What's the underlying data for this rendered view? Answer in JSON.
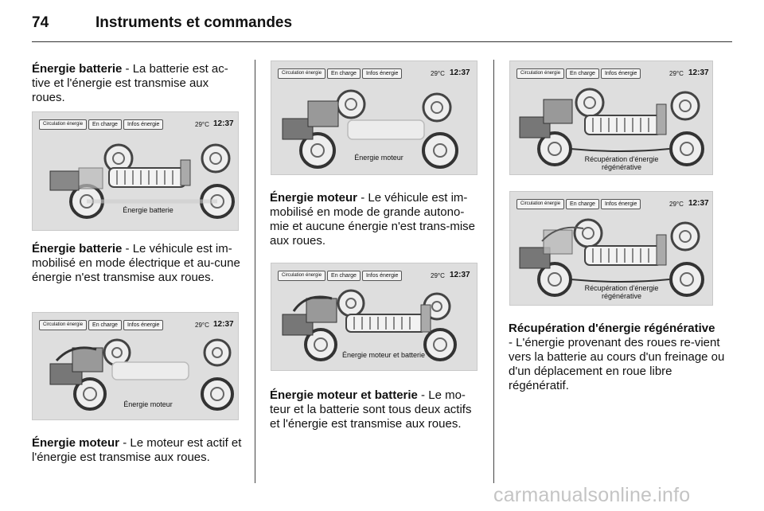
{
  "header": {
    "page_number": "74",
    "title": "Instruments et commandes"
  },
  "screen": {
    "tab_energy_flow": "Circulation énergie",
    "tab_charging": "En charge",
    "tab_energy_info": "Infos énergie",
    "temperature": "29°C",
    "time": "12:37"
  },
  "col1": {
    "p1_bold": "Énergie batterie",
    "p1_text": " - La batterie est ac-tive et l'énergie est transmise aux roues.",
    "fig1_caption": "Énergie batterie",
    "p2_bold": "Énergie batterie",
    "p2_text": " - Le véhicule est im-mobilisé en mode électrique et au-cune énergie n'est transmise aux roues.",
    "fig2_caption": "Énergie moteur",
    "p3_bold": "Énergie moteur",
    "p3_text": " - Le moteur est actif et l'énergie est transmise aux roues."
  },
  "col2": {
    "fig1_caption": "Énergie moteur",
    "p1_bold": "Énergie moteur",
    "p1_text": " - Le véhicule est im-mobilisé en mode de grande autono-mie et aucune énergie n'est trans-mise aux roues.",
    "fig2_caption": "Énergie moteur et batterie",
    "p2_bold": "Énergie moteur et batterie",
    "p2_text": " - Le mo-teur et la batterie sont tous deux actifs et l'énergie est transmise aux roues."
  },
  "col3": {
    "fig1_caption_l1": "Récupération d'énergie",
    "fig1_caption_l2": "régénérative",
    "fig2_caption_l1": "Récupération d'énergie",
    "fig2_caption_l2": "régénérative",
    "p1_bold": "Récupération d'énergie régénérative",
    "p1_text": "- L'énergie provenant des roues re-vient vers la batterie au cours d'un freinage ou d'un déplacement en roue libre régénératif."
  },
  "footer": {
    "watermark": "carmanualsonline.info"
  }
}
